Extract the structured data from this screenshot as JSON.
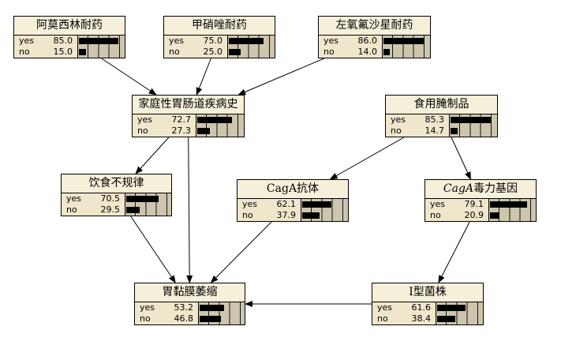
{
  "nodes": {
    "amoxicillin": {
      "title": "阿莫西林耐药",
      "states": [
        {
          "label": "yes",
          "value": "85.0",
          "p": 85.0
        },
        {
          "label": "no",
          "value": "15.0",
          "p": 15.0
        }
      ]
    },
    "metronidazole": {
      "title": "甲硝唑耐药",
      "states": [
        {
          "label": "yes",
          "value": "75.0",
          "p": 75.0
        },
        {
          "label": "no",
          "value": "25.0",
          "p": 25.0
        }
      ]
    },
    "levofloxacin": {
      "title": "左氧氟沙星耐药",
      "states": [
        {
          "label": "yes",
          "value": "86.0",
          "p": 86.0
        },
        {
          "label": "no",
          "value": "14.0",
          "p": 14.0
        }
      ]
    },
    "family_history": {
      "title": "家庭性胃肠道疾病史",
      "states": [
        {
          "label": "yes",
          "value": "72.7",
          "p": 72.7
        },
        {
          "label": "no",
          "value": "27.3",
          "p": 27.3
        }
      ]
    },
    "pickled_food": {
      "title": "食用腌制品",
      "states": [
        {
          "label": "yes",
          "value": "85.3",
          "p": 85.3
        },
        {
          "label": "no",
          "value": "14.7",
          "p": 14.7
        }
      ]
    },
    "irregular_diet": {
      "title": "饮食不规律",
      "states": [
        {
          "label": "yes",
          "value": "70.5",
          "p": 70.5
        },
        {
          "label": "no",
          "value": "29.5",
          "p": 29.5
        }
      ]
    },
    "caga_antibody": {
      "title": "CagA抗体",
      "states": [
        {
          "label": "yes",
          "value": "62.1",
          "p": 62.1
        },
        {
          "label": "no",
          "value": "37.9",
          "p": 37.9
        }
      ]
    },
    "caga_gene": {
      "title_italic": "CagA",
      "title": "毒力基因",
      "states": [
        {
          "label": "yes",
          "value": "79.1",
          "p": 79.1
        },
        {
          "label": "no",
          "value": "20.9",
          "p": 20.9
        }
      ]
    },
    "atrophy": {
      "title": "胃黏膜萎缩",
      "states": [
        {
          "label": "yes",
          "value": "53.2",
          "p": 53.2
        },
        {
          "label": "no",
          "value": "46.8",
          "p": 46.8
        }
      ]
    },
    "type1_strain": {
      "title": "I型菌株",
      "states": [
        {
          "label": "yes",
          "value": "61.6",
          "p": 61.6
        },
        {
          "label": "no",
          "value": "38.4",
          "p": 38.4
        }
      ]
    }
  },
  "edges": [
    [
      "amoxicillin",
      "family_history"
    ],
    [
      "metronidazole",
      "family_history"
    ],
    [
      "levofloxacin",
      "family_history"
    ],
    [
      "family_history",
      "irregular_diet"
    ],
    [
      "family_history",
      "atrophy"
    ],
    [
      "irregular_diet",
      "atrophy"
    ],
    [
      "pickled_food",
      "caga_antibody"
    ],
    [
      "pickled_food",
      "caga_gene"
    ],
    [
      "caga_antibody",
      "atrophy"
    ],
    [
      "caga_gene",
      "type1_strain"
    ],
    [
      "type1_strain",
      "atrophy"
    ]
  ]
}
